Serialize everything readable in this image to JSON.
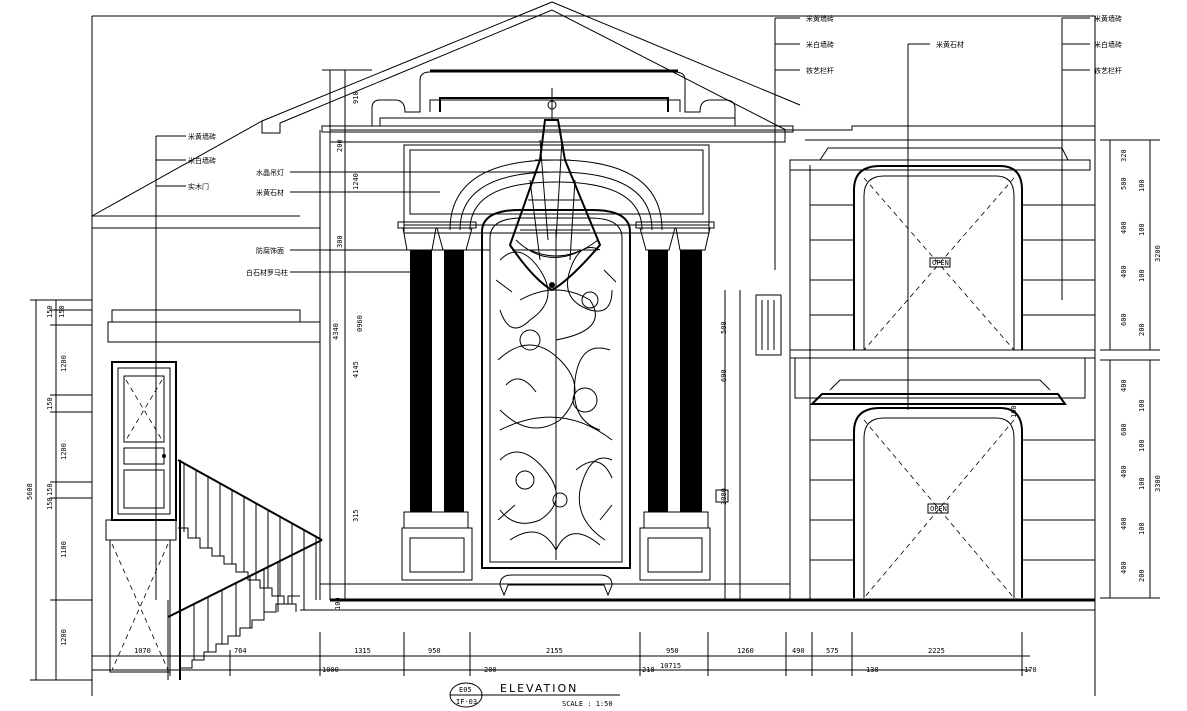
{
  "title": {
    "text": "ELEVATION",
    "scale": "SCALE : 1:50",
    "ref_top": "E05",
    "ref_bottom": "IF-03"
  },
  "notes": {
    "left": [
      "米黄墙砖",
      "米白墙砖",
      "实木门"
    ],
    "center": [
      "水晶吊灯",
      "米黄石材",
      "防腐饰面",
      "白石材罗马柱"
    ],
    "right_a": [
      "米黄墙砖",
      "米白墙砖",
      "铁艺栏杆"
    ],
    "right_b": "米黄石材",
    "right_c": [
      "米黄墙砖",
      "米白墙砖",
      "铁艺栏杆"
    ]
  },
  "tags": {
    "open_upper": "OPEN",
    "open_lower": "OPEN"
  },
  "dims_bottom_top": [
    "1070",
    "764",
    "1315",
    "950",
    "2155",
    "950",
    "1260",
    "490",
    "575",
    "2225"
  ],
  "dims_bottom_low": [
    "1000",
    "200",
    "10715",
    "218",
    "138",
    "170"
  ],
  "dims_left_outer": [
    "5608"
  ],
  "dims_left_inner": [
    "150",
    "150",
    "1200",
    "150",
    "1200",
    "150",
    "1100",
    "150",
    "1200"
  ],
  "dims_center": [
    "910",
    "200",
    "1240",
    "300",
    "4340",
    "0960",
    "4145",
    "315",
    "100",
    "3000",
    "500",
    "690",
    "100"
  ],
  "dims_right_a": [
    "320",
    "500",
    "100",
    "400",
    "100",
    "400",
    "100",
    "600",
    "200",
    "3200"
  ],
  "dims_right_b": [
    "400",
    "100",
    "600",
    "100",
    "400",
    "100",
    "400",
    "100",
    "400",
    "200",
    "3300"
  ]
}
